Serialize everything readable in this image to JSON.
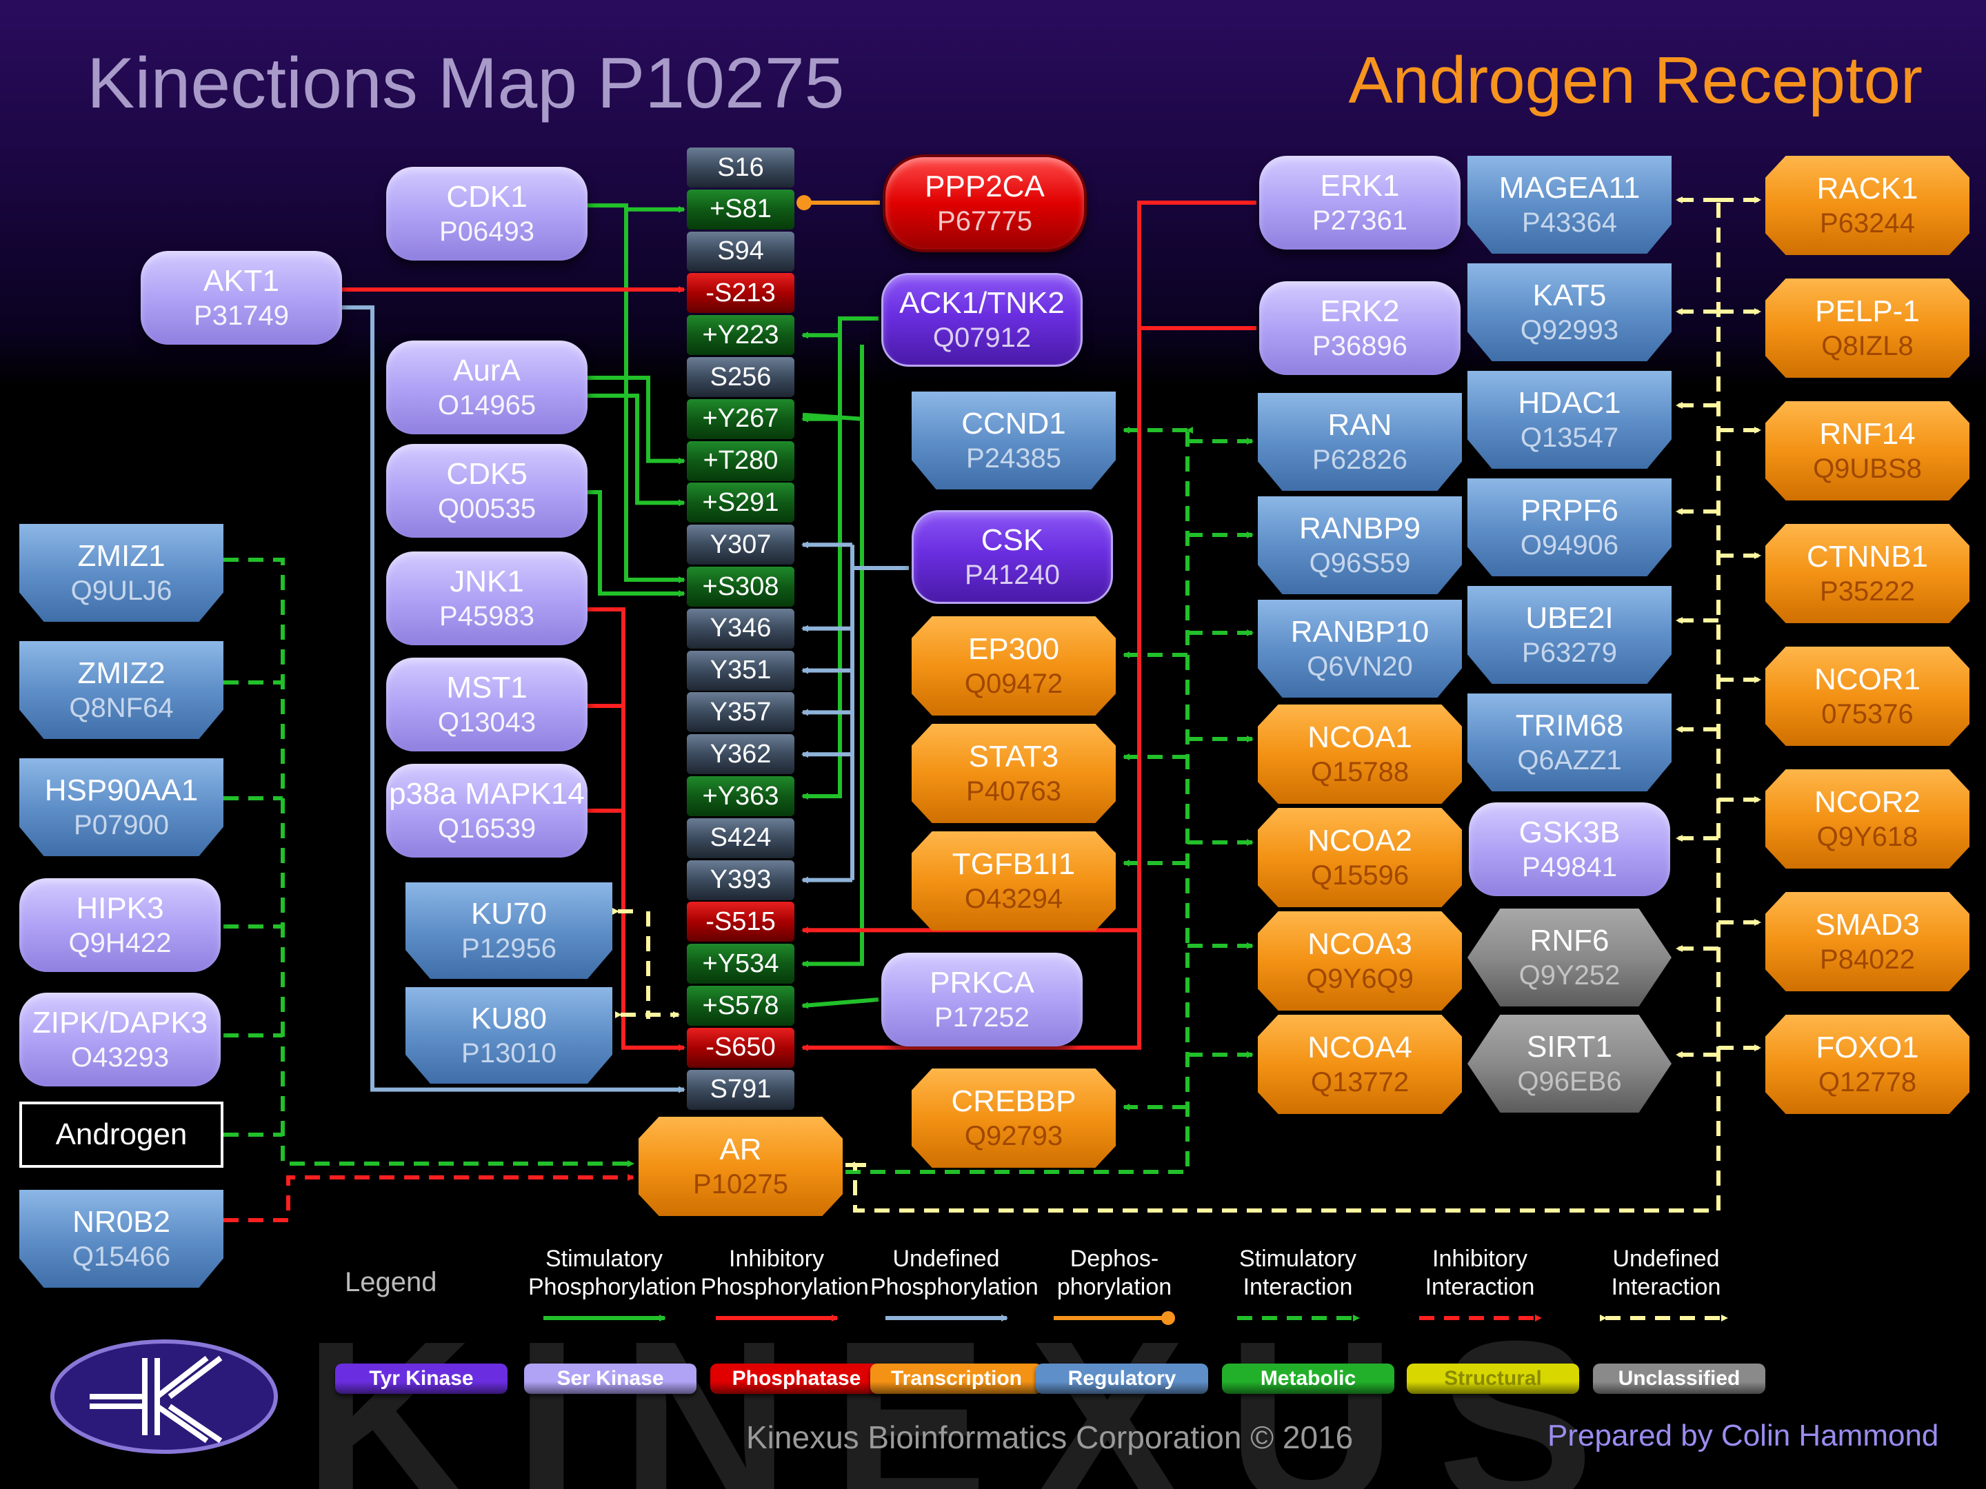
{
  "header": {
    "title": "Kinections Map P10275",
    "subtitle": "Androgen Receptor"
  },
  "sites": [
    {
      "label": "S16",
      "kind": "undefined"
    },
    {
      "label": "+S81",
      "kind": "stimulatory"
    },
    {
      "label": "S94",
      "kind": "undefined"
    },
    {
      "label": "-S213",
      "kind": "inhibitory"
    },
    {
      "label": "+Y223",
      "kind": "stimulatory"
    },
    {
      "label": "S256",
      "kind": "undefined"
    },
    {
      "label": "+Y267",
      "kind": "stimulatory"
    },
    {
      "label": "+T280",
      "kind": "stimulatory"
    },
    {
      "label": "+S291",
      "kind": "stimulatory"
    },
    {
      "label": "Y307",
      "kind": "undefined"
    },
    {
      "label": "+S308",
      "kind": "stimulatory"
    },
    {
      "label": "Y346",
      "kind": "undefined"
    },
    {
      "label": "Y351",
      "kind": "undefined"
    },
    {
      "label": "Y357",
      "kind": "undefined"
    },
    {
      "label": "Y362",
      "kind": "undefined"
    },
    {
      "label": "+Y363",
      "kind": "stimulatory"
    },
    {
      "label": "S424",
      "kind": "undefined"
    },
    {
      "label": "Y393",
      "kind": "undefined"
    },
    {
      "label": "-S515",
      "kind": "inhibitory"
    },
    {
      "label": "+Y534",
      "kind": "stimulatory"
    },
    {
      "label": "+S578",
      "kind": "stimulatory"
    },
    {
      "label": "-S650",
      "kind": "inhibitory"
    },
    {
      "label": "S791",
      "kind": "undefined"
    }
  ],
  "nodes": {
    "cdk1": {
      "name": "CDK1",
      "id": "P06493",
      "category": "Ser Kinase"
    },
    "akt1": {
      "name": "AKT1",
      "id": "P31749",
      "category": "Ser Kinase"
    },
    "aura": {
      "name": "AurA",
      "id": "O14965",
      "category": "Ser Kinase"
    },
    "cdk5": {
      "name": "CDK5",
      "id": "Q00535",
      "category": "Ser Kinase"
    },
    "jnk1": {
      "name": "JNK1",
      "id": "P45983",
      "category": "Ser Kinase"
    },
    "mst1": {
      "name": "MST1",
      "id": "Q13043",
      "category": "Ser Kinase"
    },
    "p38a": {
      "name": "p38a MAPK14",
      "id": "Q16539",
      "category": "Ser Kinase"
    },
    "ku70": {
      "name": "KU70",
      "id": "P12956",
      "category": "Regulatory"
    },
    "ku80": {
      "name": "KU80",
      "id": "P13010",
      "category": "Regulatory"
    },
    "ppp2ca": {
      "name": "PPP2CA",
      "id": "P67775",
      "category": "Phosphatase"
    },
    "ack1": {
      "name": "ACK1/TNK2",
      "id": "Q07912",
      "category": "Tyr Kinase"
    },
    "ccnd1": {
      "name": "CCND1",
      "id": "P24385",
      "category": "Regulatory"
    },
    "csk": {
      "name": "CSK",
      "id": "P41240",
      "category": "Tyr Kinase"
    },
    "ep300": {
      "name": "EP300",
      "id": "Q09472",
      "category": "Transcription"
    },
    "stat3": {
      "name": "STAT3",
      "id": "P40763",
      "category": "Transcription"
    },
    "tgfb1i1": {
      "name": "TGFB1I1",
      "id": "O43294",
      "category": "Transcription"
    },
    "prkca": {
      "name": "PRKCA",
      "id": "P17252",
      "category": "Ser Kinase"
    },
    "crebbp": {
      "name": "CREBBP",
      "id": "Q92793",
      "category": "Transcription"
    },
    "ar": {
      "name": "AR",
      "id": "P10275",
      "category": "Transcription"
    },
    "zmiz1": {
      "name": "ZMIZ1",
      "id": "Q9ULJ6",
      "category": "Regulatory"
    },
    "zmiz2": {
      "name": "ZMIZ2",
      "id": "Q8NF64",
      "category": "Regulatory"
    },
    "hsp90aa1": {
      "name": "HSP90AA1",
      "id": "P07900",
      "category": "Regulatory"
    },
    "hipk3": {
      "name": "HIPK3",
      "id": "Q9H422",
      "category": "Ser Kinase"
    },
    "zipk": {
      "name": "ZIPK/DAPK3",
      "id": "O43293",
      "category": "Ser Kinase"
    },
    "androgen": {
      "name": "Androgen"
    },
    "nr0b2": {
      "name": "NR0B2",
      "id": "Q15466",
      "category": "Regulatory"
    },
    "erk1": {
      "name": "ERK1",
      "id": "P27361",
      "category": "Ser Kinase"
    },
    "erk2": {
      "name": "ERK2",
      "id": "P36896",
      "category": "Ser Kinase"
    },
    "ran": {
      "name": "RAN",
      "id": "P62826",
      "category": "Regulatory"
    },
    "ranbp9": {
      "name": "RANBP9",
      "id": "Q96S59",
      "category": "Regulatory"
    },
    "ranbp10": {
      "name": "RANBP10",
      "id": "Q6VN20",
      "category": "Regulatory"
    },
    "ncoa1": {
      "name": "NCOA1",
      "id": "Q15788",
      "category": "Transcription"
    },
    "ncoa2": {
      "name": "NCOA2",
      "id": "Q15596",
      "category": "Transcription"
    },
    "ncoa3": {
      "name": "NCOA3",
      "id": "Q9Y6Q9",
      "category": "Transcription"
    },
    "ncoa4": {
      "name": "NCOA4",
      "id": "Q13772",
      "category": "Transcription"
    },
    "magea11": {
      "name": "MAGEA11",
      "id": "P43364",
      "category": "Regulatory"
    },
    "kat5": {
      "name": "KAT5",
      "id": "Q92993",
      "category": "Regulatory"
    },
    "hdac1": {
      "name": "HDAC1",
      "id": "Q13547",
      "category": "Regulatory"
    },
    "prpf6": {
      "name": "PRPF6",
      "id": "O94906",
      "category": "Regulatory"
    },
    "ube2i": {
      "name": "UBE2I",
      "id": "P63279",
      "category": "Regulatory"
    },
    "trim68": {
      "name": "TRIM68",
      "id": "Q6AZZ1",
      "category": "Regulatory"
    },
    "gsk3b": {
      "name": "GSK3B",
      "id": "P49841",
      "category": "Ser Kinase"
    },
    "rnf6": {
      "name": "RNF6",
      "id": "Q9Y252",
      "category": "Unclassified"
    },
    "sirt1": {
      "name": "SIRT1",
      "id": "Q96EB6",
      "category": "Unclassified"
    },
    "rack1": {
      "name": "RACK1",
      "id": "P63244",
      "category": "Transcription"
    },
    "pelp1": {
      "name": "PELP-1",
      "id": "Q8IZL8",
      "category": "Transcription"
    },
    "rnf14": {
      "name": "RNF14",
      "id": "Q9UBS8",
      "category": "Transcription"
    },
    "ctnnb1": {
      "name": "CTNNB1",
      "id": "P35222",
      "category": "Transcription"
    },
    "ncor1": {
      "name": "NCOR1",
      "id": "075376",
      "category": "Transcription"
    },
    "ncor2": {
      "name": "NCOR2",
      "id": "Q9Y618",
      "category": "Transcription"
    },
    "smad3": {
      "name": "SMAD3",
      "id": "P84022",
      "category": "Transcription"
    },
    "foxo1": {
      "name": "FOXO1",
      "id": "Q12778",
      "category": "Transcription"
    }
  },
  "legend": {
    "label": "Legend",
    "items": [
      {
        "line1": "Stimulatory",
        "line2": "Phosphorylation",
        "color": "#22c02a",
        "style": "solid"
      },
      {
        "line1": "Inhibitory",
        "line2": "Phosphorylation",
        "color": "#ff2020",
        "style": "solid"
      },
      {
        "line1": "Undefined",
        "line2": "Phosphorylation",
        "color": "#8fb3d9",
        "style": "solid"
      },
      {
        "line1": "Dephos-",
        "line2": "phorylation",
        "color": "#f7941d",
        "style": "dot"
      },
      {
        "line1": "Stimulatory",
        "line2": "Interaction",
        "color": "#22c02a",
        "style": "dashed"
      },
      {
        "line1": "Inhibitory",
        "line2": "Interaction",
        "color": "#ff2020",
        "style": "dashed"
      },
      {
        "line1": "Undefined",
        "line2": "Interaction",
        "color": "#fff7a0",
        "style": "dashed-both"
      }
    ],
    "categories": [
      {
        "label": "Tyr Kinase",
        "color": "#6a2ee0"
      },
      {
        "label": "Ser Kinase",
        "color": "#b0a2f5"
      },
      {
        "label": "Phosphatase",
        "color": "#e00000"
      },
      {
        "label": "Transcription",
        "color": "#f39214"
      },
      {
        "label": "Regulatory",
        "color": "#5f8fc8"
      },
      {
        "label": "Metabolic",
        "color": "#22b02a"
      },
      {
        "label": "Structural",
        "color": "#d8d800"
      },
      {
        "label": "Unclassified",
        "color": "#8a8a8a"
      }
    ]
  },
  "footer": {
    "copyright": "Kinexus Bioinformatics Corporation © 2016",
    "prepared": "Prepared by  Colin Hammond",
    "watermark": "KINEXUS"
  }
}
